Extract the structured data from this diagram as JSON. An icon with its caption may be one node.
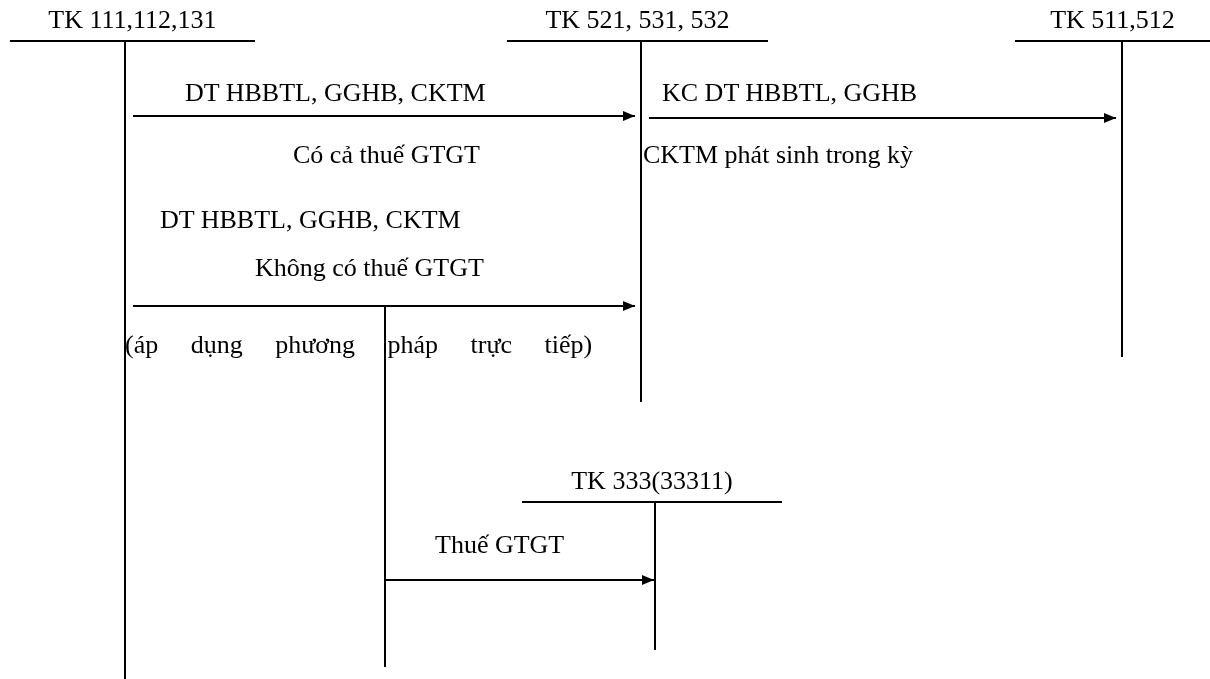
{
  "diagram": {
    "nodes": [
      {
        "text": [
          "TK 111,112,131"
        ]
      },
      {
        "text": [
          "TK 521, 531, 532"
        ]
      },
      {
        "text": [
          "TK 511,512"
        ]
      },
      {
        "text": [
          "TK 333(33311)"
        ]
      }
    ],
    "edges": [
      {
        "from": 0,
        "to": 1,
        "arrow": "to",
        "label": "DT HBBTL, GGHB, CKTM"
      },
      {
        "from": 1,
        "to": 2,
        "arrow": "to",
        "label": "KC DT HBBTL, GGHB"
      },
      {
        "from": 0,
        "to": 1,
        "arrow": "to",
        "label": "Không có thuế GTGT"
      },
      {
        "from": 0,
        "to": 3,
        "arrow": "to",
        "label": "Thuế GTGT"
      }
    ],
    "labels": [
      "Có cả thuế GTGT",
      "CKTM phát sinh trong kỳ",
      "DT HBBTL, GGHB, CKTM",
      "(áp dụng phương pháp trực tiếp)"
    ]
  }
}
